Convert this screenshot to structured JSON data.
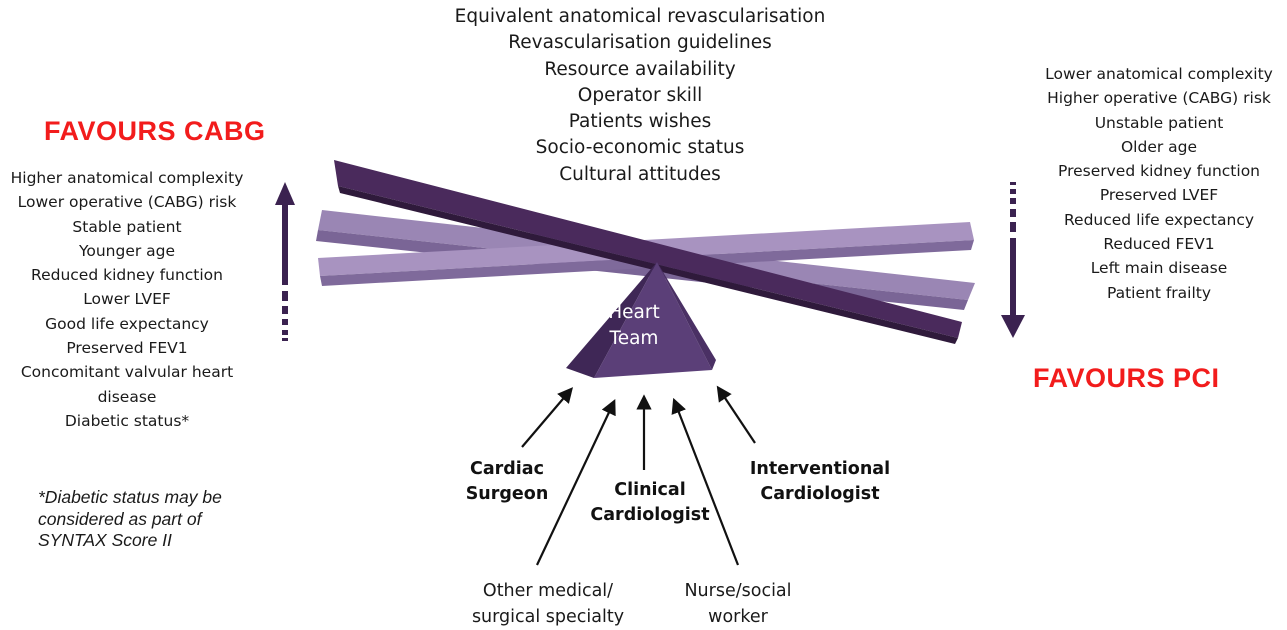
{
  "center_factors": [
    "Equivalent anatomical revascularisation",
    "Revascularisation guidelines",
    "Resource availability",
    "Operator skill",
    "Patients wishes",
    "Socio-economic status",
    "Cultural attitudes"
  ],
  "left": {
    "heading": "FAVOURS CABG",
    "factors": [
      "Higher anatomical complexity",
      "Lower operative (CABG) risk",
      "Stable patient",
      "Younger age",
      "Reduced kidney function",
      "Lower LVEF",
      "Good life expectancy",
      "Preserved FEV1",
      "Concomitant valvular heart",
      "disease",
      "Diabetic status*"
    ],
    "footnote": [
      "*Diabetic status may be",
      "considered as part of",
      "SYNTAX Score II"
    ]
  },
  "right": {
    "heading": "FAVOURS PCI",
    "factors": [
      "Lower anatomical complexity",
      "Higher operative (CABG) risk",
      "Unstable patient",
      "Older age",
      "Preserved kidney function",
      "Preserved LVEF",
      "Reduced life expectancy",
      "Reduced FEV1",
      "Left main disease",
      "Patient frailty"
    ]
  },
  "fulcrum": {
    "line1": "Heart",
    "line2": "Team"
  },
  "roles": {
    "cardiac_surgeon": [
      "Cardiac",
      "Surgeon"
    ],
    "clinical_cardiologist": [
      "Clinical",
      "Cardiologist"
    ],
    "interventional_cardiologist": [
      "Interventional",
      "Cardiologist"
    ],
    "other_specialty": [
      "Other medical/",
      "surgical specialty"
    ],
    "nurse": [
      "Nurse/social",
      "worker"
    ]
  },
  "colors": {
    "heading": "#f21c1c",
    "beam_dark": "#4a2a5c",
    "beam_light": "#9a86b4",
    "fulcrum": "#5b3f78"
  }
}
